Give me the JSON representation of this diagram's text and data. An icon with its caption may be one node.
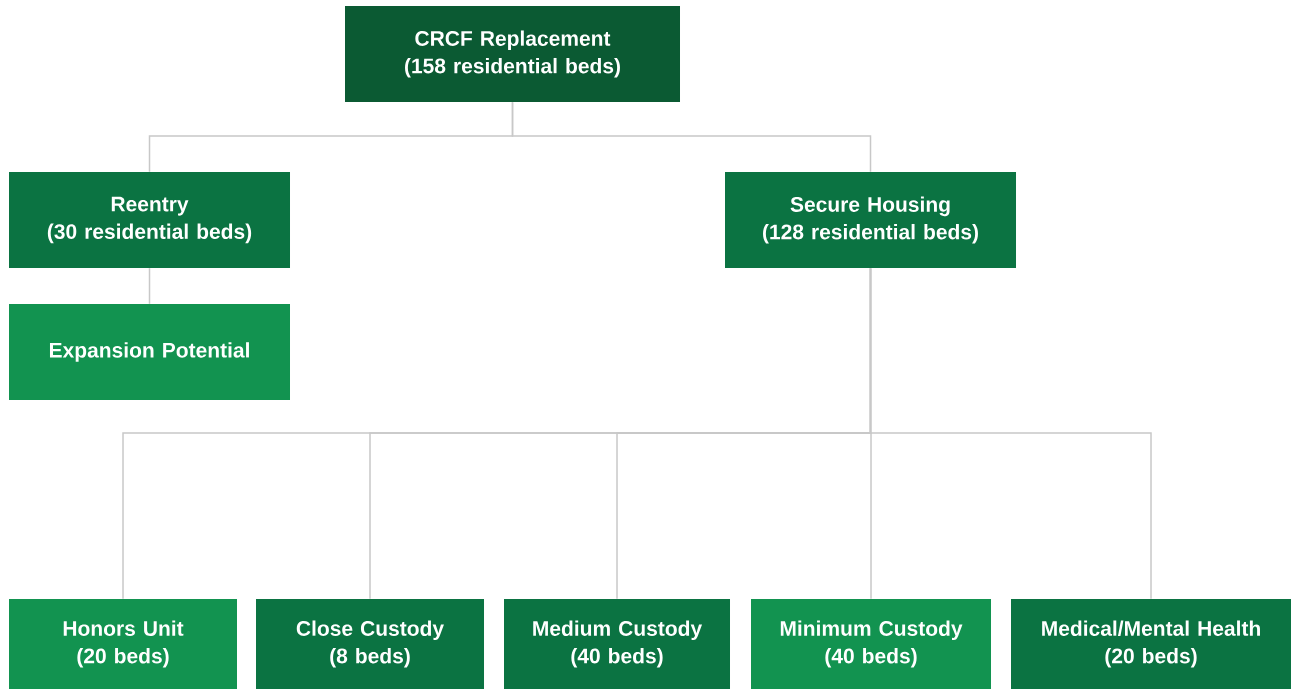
{
  "diagram": {
    "nodes": [
      {
        "text": [
          "CRCF Replacement",
          "(158 residential beds)"
        ]
      },
      {
        "text": [
          "Reentry",
          "(30 residential beds)"
        ]
      },
      {
        "text": [
          "Expansion Potential"
        ]
      },
      {
        "text": [
          "Secure Housing",
          "(128 residential beds)"
        ]
      },
      {
        "text": [
          "Honors Unit",
          "(20 beds)"
        ]
      },
      {
        "text": [
          "Close Custody",
          "(8 beds)"
        ]
      },
      {
        "text": [
          "Medium Custody",
          "(40 beds)"
        ]
      },
      {
        "text": [
          "Minimum Custody",
          "(40 beds)"
        ]
      },
      {
        "text": [
          "Medical/Mental Health",
          "(20 beds)"
        ]
      }
    ],
    "edges": [
      {
        "from": 0,
        "to": 1,
        "arrow": "none"
      },
      {
        "from": 0,
        "to": 3,
        "arrow": "none"
      },
      {
        "from": 1,
        "to": 2,
        "arrow": "none"
      },
      {
        "from": 3,
        "to": 4,
        "arrow": "none"
      },
      {
        "from": 3,
        "to": 5,
        "arrow": "none"
      },
      {
        "from": 3,
        "to": 6,
        "arrow": "none"
      },
      {
        "from": 3,
        "to": 7,
        "arrow": "none"
      },
      {
        "from": 3,
        "to": 8,
        "arrow": "none"
      }
    ]
  }
}
